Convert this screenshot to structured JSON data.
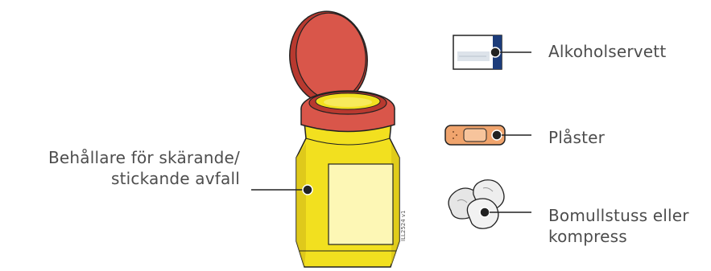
{
  "labels": {
    "container_line1": "Behållare för skärande/",
    "container_line2": "stickande avfall",
    "alcohol": "Alkoholservett",
    "plaster": "Plåster",
    "cotton_line1": "Bomullstuss eller",
    "cotton_line2": "kompress"
  },
  "figure_code": "ILL2524 v1",
  "colors": {
    "lid_red": "#d9564a",
    "lid_dark": "#b8392f",
    "body_yellow": "#f2e01f",
    "body_shade": "#d9c31a",
    "label_panel": "#fdf7b5",
    "plaster_tan": "#f0a46d",
    "wipe_blue": "#1c3c7a",
    "cotton_gray": "#e6e6e6",
    "leader_line": "#222222"
  },
  "icons": [
    "sharps-container-icon",
    "alcohol-wipe-icon",
    "plaster-icon",
    "cotton-ball-icon"
  ]
}
